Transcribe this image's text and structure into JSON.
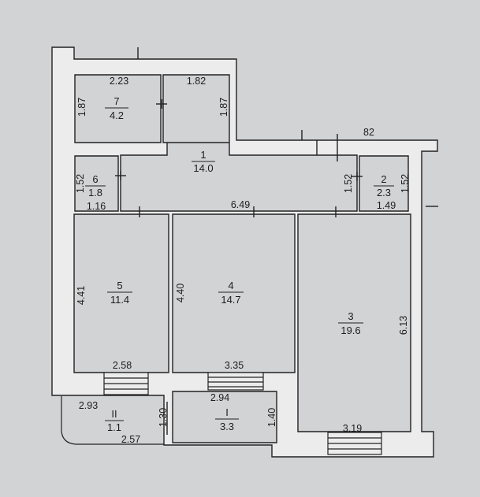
{
  "rooms": [
    {
      "id": "1",
      "number": "1",
      "area": "14.0"
    },
    {
      "id": "2",
      "number": "2",
      "area": "2.3"
    },
    {
      "id": "3",
      "number": "3",
      "area": "19.6"
    },
    {
      "id": "4",
      "number": "4",
      "area": "14.7"
    },
    {
      "id": "5",
      "number": "5",
      "area": "11.4"
    },
    {
      "id": "6",
      "number": "6",
      "area": "1.8"
    },
    {
      "id": "7",
      "number": "7",
      "area": "4.2"
    },
    {
      "id": "I",
      "number": "I",
      "area": "3.3"
    },
    {
      "id": "II",
      "number": "II",
      "area": "1.1"
    }
  ],
  "dimensions": {
    "d_2_23": "2.23",
    "d_1_82": "1.82",
    "d_1_87_left": "1.87",
    "d_1_87_right": "1.87",
    "d_82": "82",
    "d_1_52_r6": "1.52",
    "d_1_16": "1.16",
    "d_6_49": "6.49",
    "d_1_52_mid": "1.52",
    "d_1_52_right": "1.52",
    "d_1_49": "1.49",
    "d_4_41": "4.41",
    "d_4_40": "4.40",
    "d_6_13": "6.13",
    "d_2_58": "2.58",
    "d_3_35": "3.35",
    "d_2_94": "2.94",
    "d_2_93": "2.93",
    "d_1_30": "1.30",
    "d_1_40": "1.40",
    "d_2_57": "2.57",
    "d_3_19": "3.19"
  },
  "colors": {
    "background": "#d2d3d5",
    "wall": "#ececec",
    "line": "#222222"
  }
}
